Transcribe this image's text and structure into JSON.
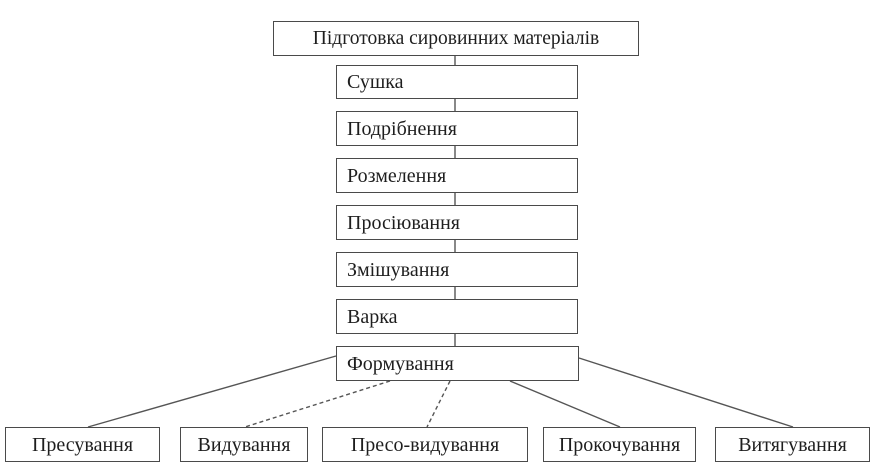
{
  "diagram": {
    "root": "Підготовка сировинних матеріалів",
    "steps": [
      "Сушка",
      "Подрібнення",
      "Розмелення",
      "Просіювання",
      "Змішування",
      "Варка",
      "Формування"
    ],
    "methods": [
      "Пресування",
      "Видування",
      "Пресо-видування",
      "Прокочування",
      "Витягування"
    ]
  }
}
